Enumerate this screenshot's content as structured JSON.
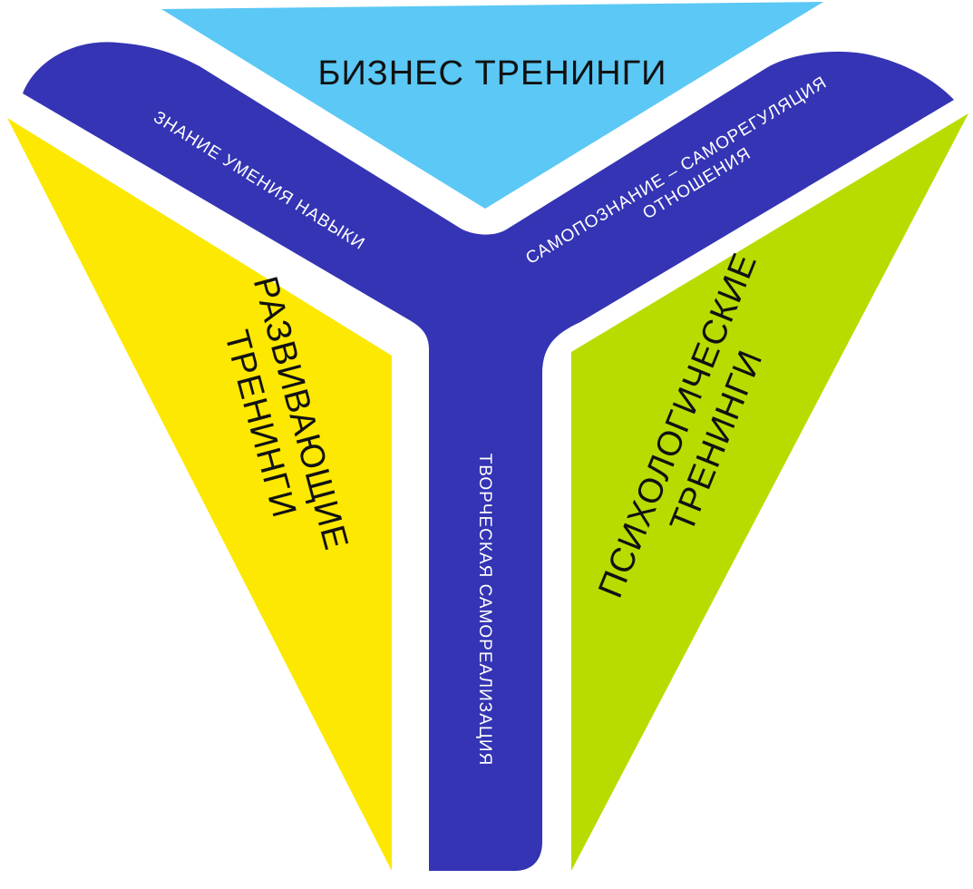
{
  "segments": {
    "top": {
      "label": "БИЗНЕС ТРЕНИНГИ"
    },
    "left": {
      "line1": "РАЗВИВАЮЩИЕ",
      "line2": "ТРЕНИНГИ"
    },
    "right": {
      "line1": "ПСИХОЛОГИЧЕСКИЕ",
      "line2": "ТРЕНИНГИ"
    }
  },
  "arms": {
    "left": "ЗНАНИЕ УМЕНИЯ НАВЫКИ",
    "right": {
      "line1": "САМОПОЗНАНИЕ – САМОРЕГУЛЯЦИЯ",
      "line2": "ОТНОШЕНИЯ"
    },
    "stem": "ТВОРЧЕСКАЯ САМОРЕАЛИЗАЦИЯ"
  },
  "colors": {
    "top": "#5BC8F5",
    "left": "#FCE800",
    "right": "#B8DC00",
    "band": "#3434B4"
  }
}
